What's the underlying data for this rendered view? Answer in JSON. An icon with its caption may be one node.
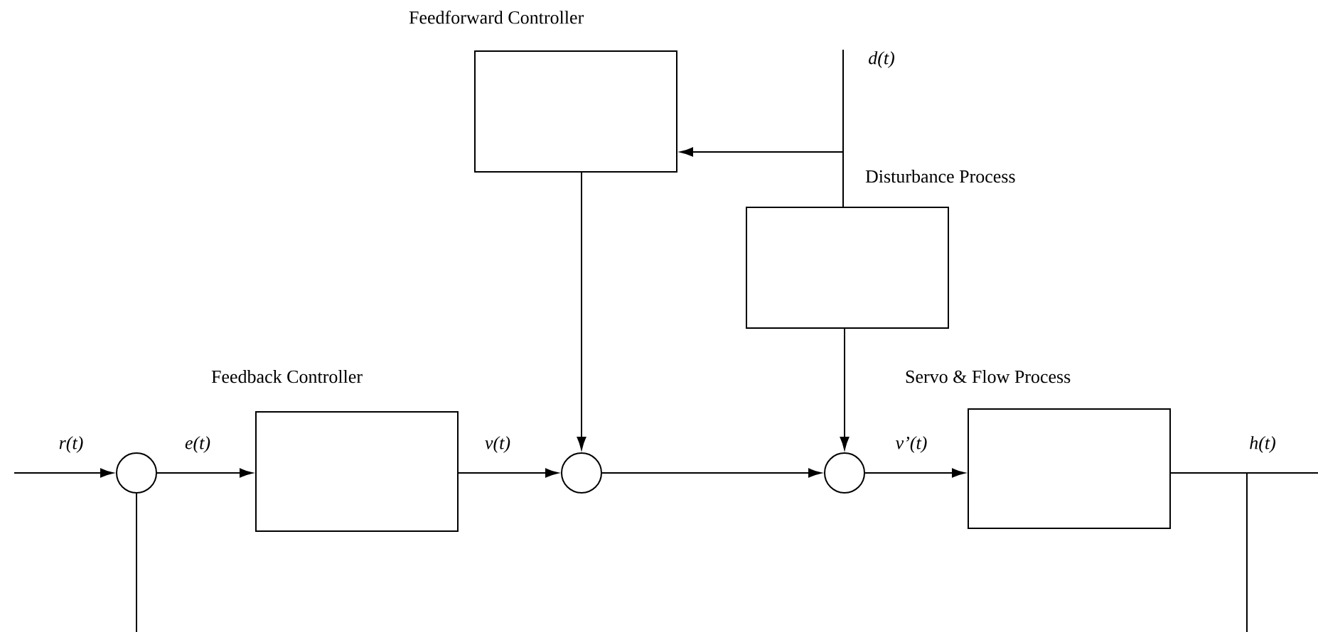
{
  "diagram": {
    "nodes": [
      {
        "text": [
          "Feedforward Controller"
        ]
      },
      {
        "text": [
          "Disturbance Process"
        ]
      },
      {
        "text": [
          "Feedback Controller"
        ]
      },
      {
        "text": [
          "Servo & Flow Process"
        ]
      },
      {
        "text": [],
        "shape": "circle"
      },
      {
        "text": [],
        "shape": "circle"
      },
      {
        "text": [],
        "shape": "circle"
      }
    ],
    "edges": [
      {
        "from": null,
        "to": 4,
        "arrow": "to",
        "label": "r(t)"
      },
      {
        "from": 4,
        "to": 2,
        "arrow": "to",
        "label": "e(t)"
      },
      {
        "from": 2,
        "to": 5,
        "arrow": "to",
        "label": "v(t)"
      },
      {
        "from": 5,
        "to": 6,
        "arrow": "to"
      },
      {
        "from": 6,
        "to": 3,
        "arrow": "to",
        "label": "v’(t)"
      },
      {
        "from": 3,
        "to": null,
        "arrow": "none",
        "label": "h(t)"
      },
      {
        "from": 3,
        "to": null,
        "arrow": "none"
      },
      {
        "from": null,
        "to": 4,
        "arrow": "none"
      },
      {
        "from": null,
        "to": 1,
        "arrow": "none",
        "label": "d(t)"
      },
      {
        "from": null,
        "to": 0,
        "arrow": "to"
      },
      {
        "from": 0,
        "to": 5,
        "arrow": "to"
      },
      {
        "from": 1,
        "to": 6,
        "arrow": "to"
      }
    ]
  }
}
